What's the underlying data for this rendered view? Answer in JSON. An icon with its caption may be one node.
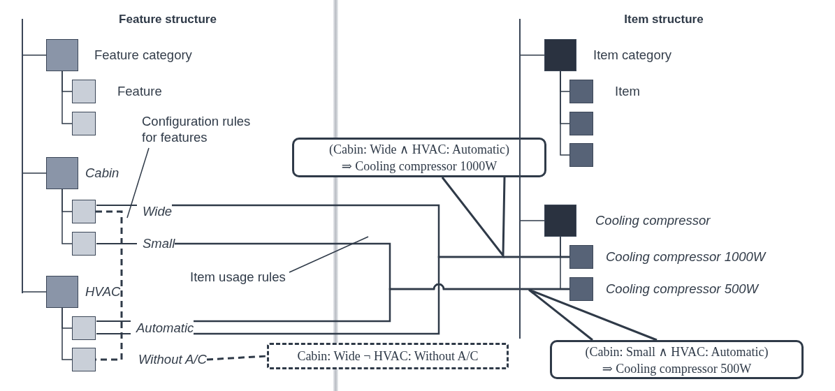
{
  "diagram": {
    "nodes": [
      {
        "text": [],
        "shape": "box",
        "beside": [
          "Feature category"
        ]
      },
      {
        "text": [],
        "shape": "box",
        "beside": [
          "Feature"
        ]
      },
      {
        "text": [],
        "shape": "box"
      },
      {
        "text": [],
        "shape": "box",
        "beside": [
          "Cabin"
        ]
      },
      {
        "text": [],
        "shape": "box",
        "beside": [
          "Wide"
        ]
      },
      {
        "text": [],
        "shape": "box",
        "beside": [
          "Small"
        ]
      },
      {
        "text": [],
        "shape": "box",
        "beside": [
          "HVAC"
        ]
      },
      {
        "text": [],
        "shape": "box",
        "beside": [
          "Automatic"
        ]
      },
      {
        "text": [],
        "shape": "box",
        "beside": [
          "Without A/C"
        ]
      },
      {
        "text": [],
        "shape": "box",
        "beside": [
          "Item category"
        ]
      },
      {
        "text": [],
        "shape": "box",
        "beside": [
          "Item"
        ]
      },
      {
        "text": [],
        "shape": "box"
      },
      {
        "text": [],
        "shape": "box"
      },
      {
        "text": [],
        "shape": "box",
        "beside": [
          "Cooling compressor"
        ]
      },
      {
        "text": [],
        "shape": "box",
        "beside": [
          "Cooling compressor 1000W"
        ]
      },
      {
        "text": [],
        "shape": "box",
        "beside": [
          "Cooling compressor 500W"
        ]
      },
      {
        "text": [
          "(Cabin: Wide ∧ HVAC: Automatic)",
          "⇒ Cooling compressor 1000W"
        ]
      },
      {
        "text": [
          "(Cabin: Small ∧ HVAC: Automatic)",
          "⇒ Cooling compressor 500W"
        ]
      },
      {
        "text": [
          "Cabin: Wide ¬ HVAC: Without A/C"
        ]
      },
      {
        "text": [
          "Configuration rules for features"
        ]
      },
      {
        "text": [
          "Item usage rules"
        ]
      },
      {
        "text": [],
        "shape": "bar"
      },
      {
        "text": [],
        "shape": "bar"
      }
    ],
    "edges": [
      {
        "from": 0,
        "to": 1,
        "arrow": "none"
      },
      {
        "from": 0,
        "to": 2,
        "arrow": "none"
      },
      {
        "from": 3,
        "to": 4,
        "arrow": "none"
      },
      {
        "from": 3,
        "to": 5,
        "arrow": "none"
      },
      {
        "from": 6,
        "to": 7,
        "arrow": "none"
      },
      {
        "from": 6,
        "to": 8,
        "arrow": "none"
      },
      {
        "from": 9,
        "to": 10,
        "arrow": "none"
      },
      {
        "from": 9,
        "to": 11,
        "arrow": "none"
      },
      {
        "from": 9,
        "to": 12,
        "arrow": "none"
      },
      {
        "from": 13,
        "to": 14,
        "arrow": "none"
      },
      {
        "from": 13,
        "to": 15,
        "arrow": "none"
      },
      {
        "from": 4,
        "to": 14,
        "arrow": "none"
      },
      {
        "from": 5,
        "to": 15,
        "arrow": "none"
      },
      {
        "from": 7,
        "to": 14,
        "arrow": "none"
      },
      {
        "from": 7,
        "to": 15,
        "arrow": "none"
      },
      {
        "from": 4,
        "to": 8,
        "arrow": "none",
        "style": "dashed"
      },
      {
        "from": 8,
        "to": 18,
        "arrow": "none",
        "style": "dashed"
      },
      {
        "from": 16,
        "to": null,
        "arrow": "none"
      },
      {
        "from": 17,
        "to": null,
        "arrow": "none"
      },
      {
        "from": 19,
        "to": null,
        "arrow": "none"
      },
      {
        "from": 20,
        "to": null,
        "arrow": "none"
      },
      {
        "from": 21,
        "to": 0,
        "arrow": "none"
      },
      {
        "from": 21,
        "to": 3,
        "arrow": "none"
      },
      {
        "from": 21,
        "to": 6,
        "arrow": "none"
      },
      {
        "from": 22,
        "to": 9,
        "arrow": "none"
      },
      {
        "from": 22,
        "to": 13,
        "arrow": "none"
      }
    ],
    "labels": [
      "Feature structure",
      "Item structure"
    ]
  }
}
